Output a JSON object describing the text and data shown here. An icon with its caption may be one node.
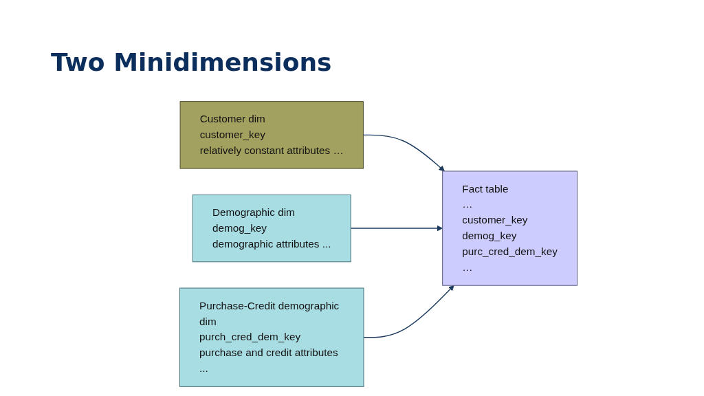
{
  "diagram": {
    "title": "Two Minidimensions",
    "nodes": [
      {
        "text": [
          "Customer dim",
          "customer_key",
          "relatively constant attributes …"
        ]
      },
      {
        "text": [
          "Demographic dim",
          "demog_key",
          "demographic attributes ..."
        ]
      },
      {
        "text": [
          "Purchase-Credit demographic dim",
          "purch_cred_dem_key",
          "purchase and credit attributes ..."
        ]
      },
      {
        "text": [
          "Fact table",
          "…",
          "customer_key",
          "demog_key",
          "purc_cred_dem_key",
          "…"
        ]
      }
    ],
    "edges": [
      {
        "from": 0,
        "to": 3,
        "arrow": "to"
      },
      {
        "from": 1,
        "to": 3,
        "arrow": "to"
      },
      {
        "from": 2,
        "to": 3,
        "arrow": "to"
      }
    ]
  }
}
